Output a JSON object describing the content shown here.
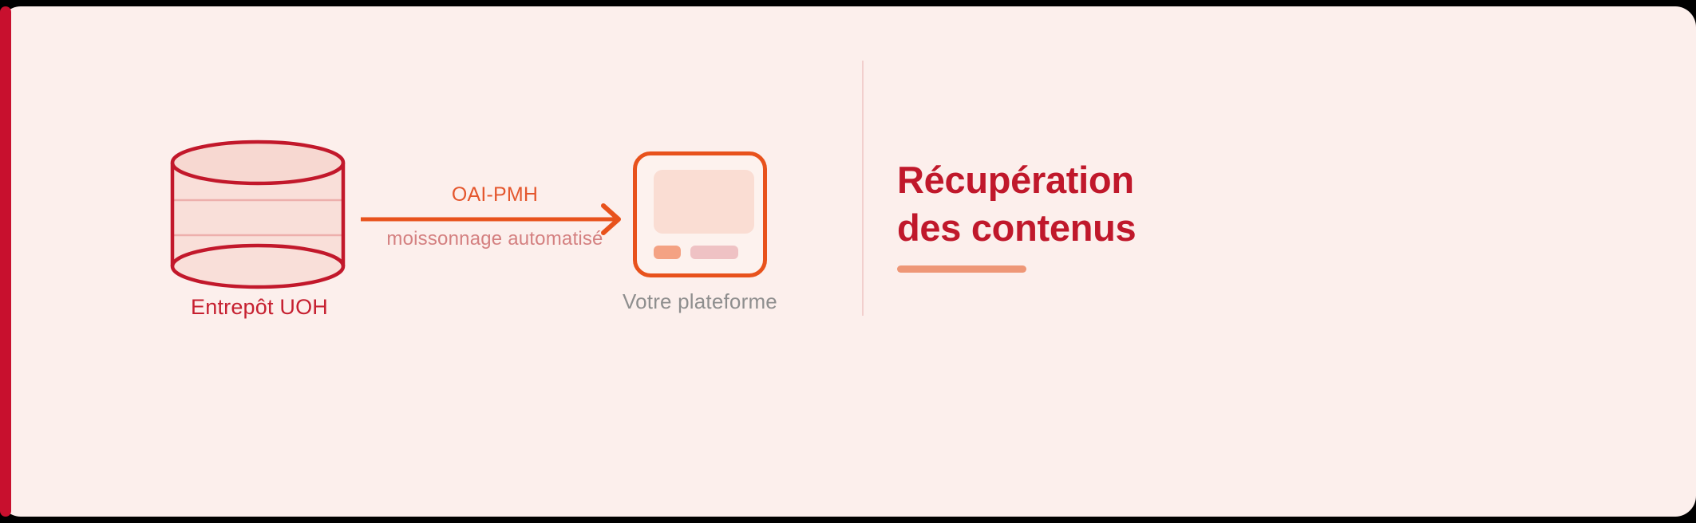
{
  "slide": {
    "background_color": "#000000",
    "canvas_color": "#FCEFEC",
    "accent_bar_color": "#C8102E"
  },
  "title": {
    "line1": "Récupération",
    "line2": "des contenus",
    "color": "#C0182B",
    "underline_color": "#EE9777"
  },
  "diagram": {
    "source": {
      "icon": "database-cylinder-icon",
      "label": "Entrepôt UOH",
      "label_color": "#C62030",
      "stroke_color": "#C2182B",
      "fill_color": "#F9DFD9"
    },
    "flow": {
      "icon": "arrow-right-icon",
      "protocol_label": "OAI-PMH",
      "protocol_color": "#E4572E",
      "process_label": "moissonnage automatisé",
      "process_color": "#D48080",
      "arrow_color": "#E8521C"
    },
    "target": {
      "icon": "platform-card-icon",
      "label": "Votre plateforme",
      "label_color": "#8E8E8E",
      "border_color": "#E8521C",
      "screen_color": "#FADDD3",
      "pill_a_color": "#F4A283",
      "pill_b_color": "#EFC2C4"
    }
  }
}
